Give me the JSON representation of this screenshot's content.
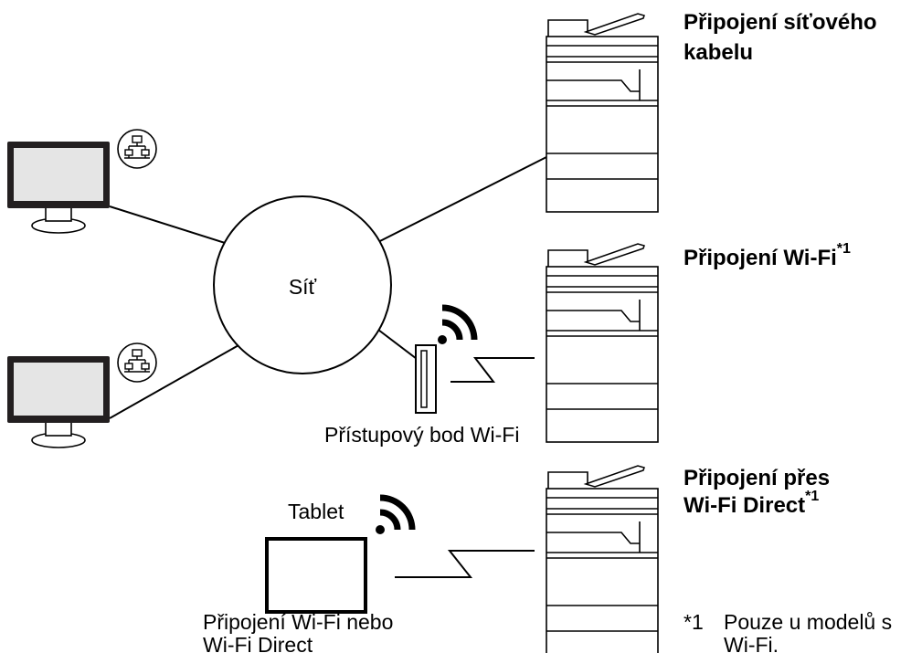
{
  "diagram": {
    "network_label": "Síť",
    "access_point_label": "Přístupový bod Wi-Fi",
    "tablet_label": "Tablet",
    "tablet_caption": [
      "Připojení Wi-Fi nebo",
      "Wi-Fi Direct"
    ]
  },
  "connections": [
    {
      "title": [
        "Připojení síťového",
        "kabelu"
      ]
    },
    {
      "title": [
        "Připojení Wi-Fi"
      ],
      "note": "*1"
    },
    {
      "title": [
        "Připojení přes",
        "Wi-Fi Direct"
      ],
      "note": "*1"
    }
  ],
  "footnote": {
    "marker": "*1",
    "text": [
      "Pouze u modelů s",
      "Wi-Fi."
    ]
  },
  "icons": {
    "computer": "monitor-icon",
    "computer_badge": "lan-icon",
    "wireless": "wifi-icon",
    "device": "printer-icon",
    "access_point": "access-point-icon",
    "tablet": "tablet-icon"
  },
  "colors": {
    "stroke": "#000000",
    "monitor_bezel": "#231f20",
    "monitor_screen": "#e5e5e5",
    "background": "#ffffff"
  }
}
